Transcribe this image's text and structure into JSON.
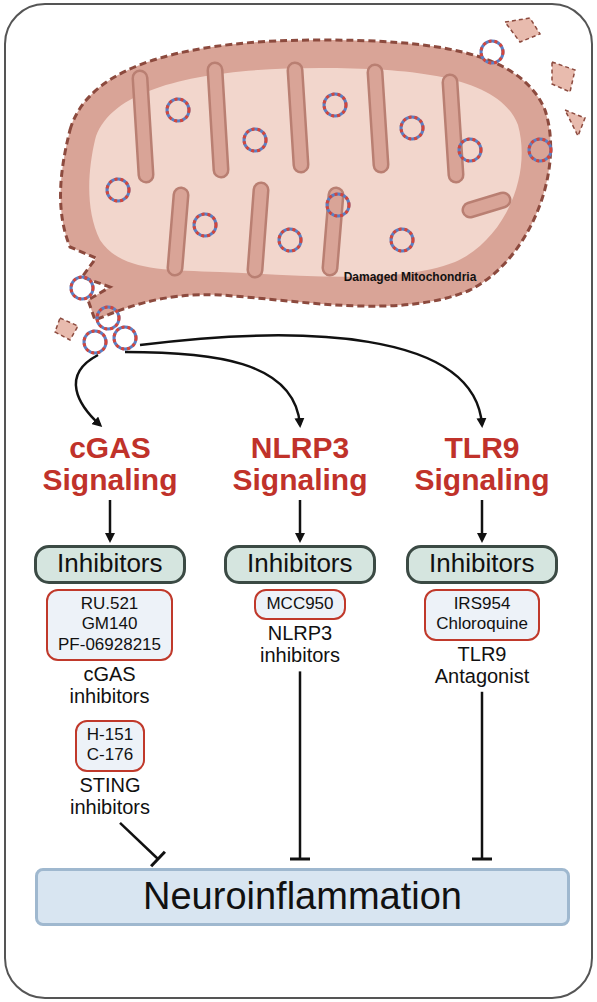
{
  "diagram": {
    "nodes": [
      {
        "text": [
          "Inhibitors"
        ]
      },
      {
        "text": [
          "RU.521",
          "GM140",
          "PF-06928215",
          "cGAS inhibitors"
        ]
      },
      {
        "text": [
          "H-151",
          "C-176",
          "STING inhibitors"
        ]
      },
      {
        "text": [
          "Inhibitors"
        ]
      },
      {
        "text": [
          "MCC950",
          "NLRP3 inhibitors"
        ]
      },
      {
        "text": [
          "Inhibitors"
        ]
      },
      {
        "text": [
          "IRS954",
          "Chloroquine",
          "TLR9 Antagonist"
        ]
      },
      {
        "text": [
          "Neuroinflammation"
        ]
      }
    ],
    "edges": [
      {
        "from": 2,
        "to": 7,
        "arrow": "to"
      },
      {
        "from": 4,
        "to": 7,
        "arrow": "to"
      },
      {
        "from": 6,
        "to": 7,
        "arrow": "to"
      }
    ],
    "labels": [
      "Damaged Mitochondria",
      "cGAS Signaling",
      "NLRP3 Signaling",
      "TLR9 Signaling"
    ]
  }
}
